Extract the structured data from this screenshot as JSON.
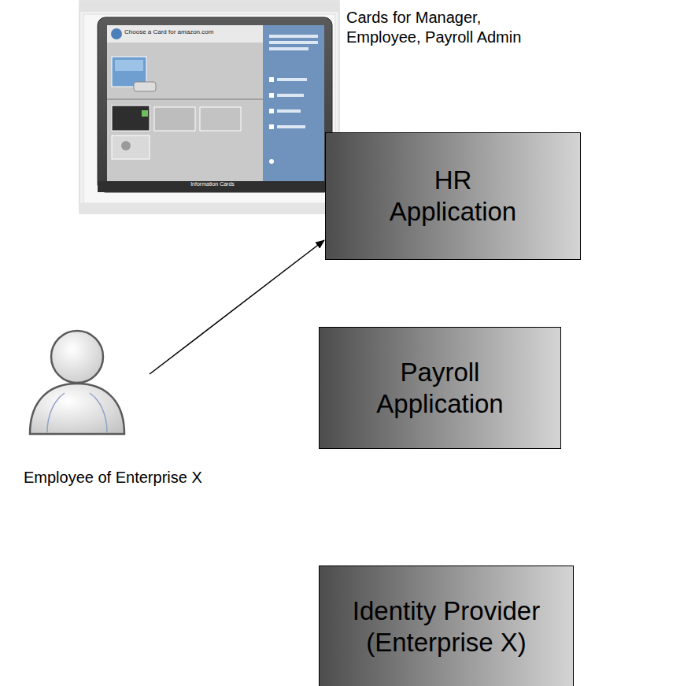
{
  "diagram": {
    "nodes": [
      {
        "text": [
          "HR Application"
        ]
      },
      {
        "text": [
          "Employee of Enterprise X"
        ]
      },
      {
        "text": [
          "Payroll Application"
        ]
      },
      {
        "text": [
          "Identity Provider (Enterprise X)"
        ]
      }
    ],
    "edges": [
      {
        "from": 1,
        "to": 0,
        "arrow": "to"
      }
    ],
    "labels": [
      "Cards for Manager, Employee, Payroll Admin",
      "Choose a Card for amazon.com",
      "Information Cards"
    ]
  }
}
